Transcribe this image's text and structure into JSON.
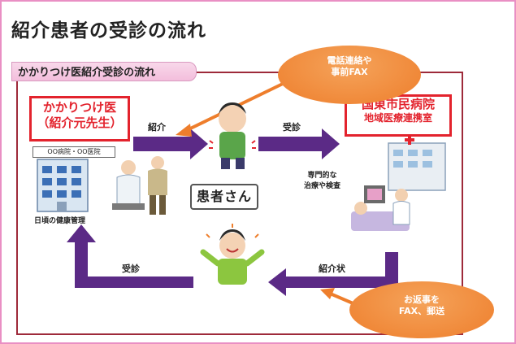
{
  "title": "紹介患者の受診の流れ",
  "tab_label": "かかりつけ医紹介受診の流れ",
  "referrer_box": {
    "line1": "かかりつけ医",
    "line2": "（紹介元先生）"
  },
  "hospital_box": {
    "line1": "国東市民病院",
    "line2": "地域医療連携室"
  },
  "bubble_top": {
    "line1": "電話連絡や",
    "line2": "事前FAX"
  },
  "bubble_bottom": {
    "line1": "お返事を",
    "line2": "FAX、郵送"
  },
  "patient_label": "患者さん",
  "arrow_labels": {
    "referral": "紹介",
    "visit_top": "受診",
    "visit_bottom": "受診",
    "referral_letter": "紹介状"
  },
  "clinic_sign": "OO病院・OO医院",
  "daily_health": "日頃の健康管理",
  "specialist_care": {
    "line1": "専門的な",
    "line2": "治療や検査"
  },
  "colors": {
    "arrow": "#5b2a86",
    "red": "#e3232d",
    "orange": "#ee7e2c",
    "pink": "#e98fc4"
  }
}
